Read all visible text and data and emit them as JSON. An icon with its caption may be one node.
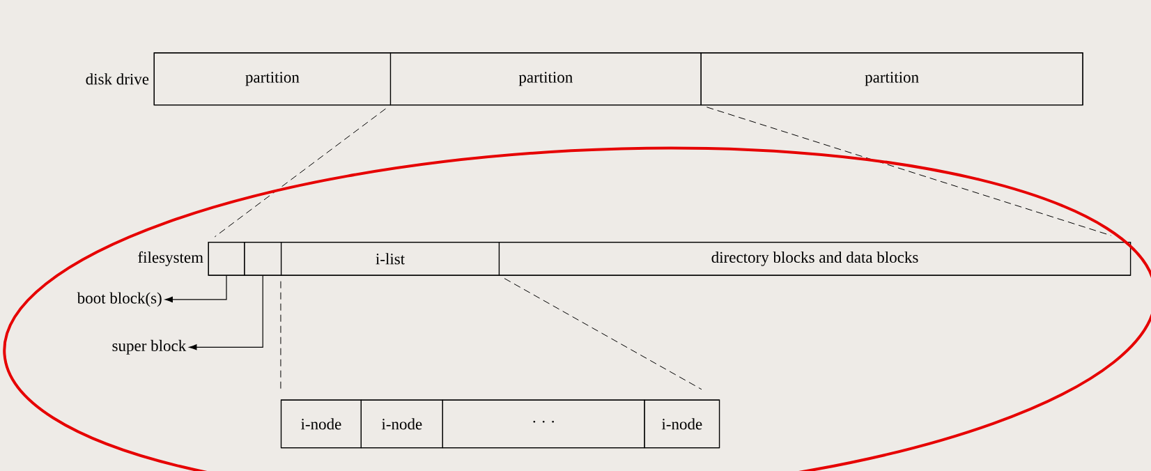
{
  "diagram": {
    "nodes": [
      {
        "text": [
          "disk drive"
        ]
      },
      {
        "text": [
          "partition"
        ],
        "in": 0
      },
      {
        "text": [
          "partition"
        ],
        "in": 0
      },
      {
        "text": [
          "partition"
        ],
        "in": 0
      },
      {
        "text": [
          "filesystem"
        ]
      },
      {
        "text": [],
        "shape": "box",
        "in": 4
      },
      {
        "text": [],
        "shape": "box",
        "in": 4
      },
      {
        "text": [
          "i-list"
        ],
        "in": 4
      },
      {
        "text": [
          "directory blocks and data blocks"
        ],
        "in": 4
      },
      {
        "text": [
          "boot block(s)"
        ]
      },
      {
        "text": [
          "super block"
        ]
      },
      {
        "text": [],
        "shape": "box"
      },
      {
        "text": [
          "i-node"
        ],
        "in": 11
      },
      {
        "text": [
          "i-node"
        ],
        "in": 11
      },
      {
        "text": [
          "· · ·"
        ],
        "in": 11
      },
      {
        "text": [
          "i-node"
        ],
        "in": 11
      }
    ],
    "edges": [
      {
        "from": 2,
        "to": 4,
        "arrow": "none",
        "style": "dashed"
      },
      {
        "from": 2,
        "to": 4,
        "arrow": "none",
        "style": "dashed"
      },
      {
        "from": 5,
        "to": 9,
        "arrow": "to"
      },
      {
        "from": 6,
        "to": 10,
        "arrow": "to"
      },
      {
        "from": 7,
        "to": 11,
        "arrow": "none",
        "style": "dashed"
      },
      {
        "from": 7,
        "to": 11,
        "arrow": "none",
        "style": "dashed"
      }
    ]
  }
}
